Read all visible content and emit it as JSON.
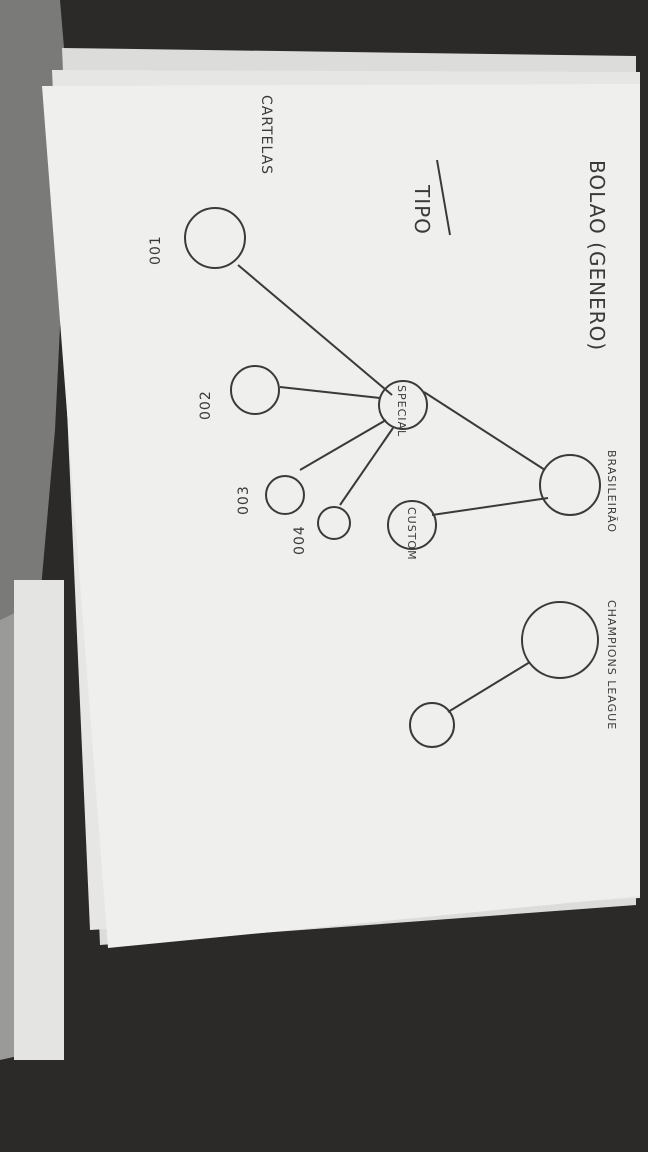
{
  "sheet": {
    "title": "BOLAO (GENERO)",
    "tipo_label": "TIPO",
    "carteles_label": "CARTELAS",
    "nodes": {
      "brasileirao": "BRASILEIRÃO",
      "champions": "CHAMPIONS LEAGUE",
      "special": "SPECIAL",
      "custom": "CUSTOM",
      "c001": "001",
      "c002": "002",
      "c003": "003",
      "c004": "004"
    }
  },
  "colors": {
    "paper": "#eeeeec",
    "paper_shadow": "#d6d6d3",
    "ink": "#3a3a3a",
    "background": "#2b2a29",
    "fabric": "#8e8e8e"
  }
}
